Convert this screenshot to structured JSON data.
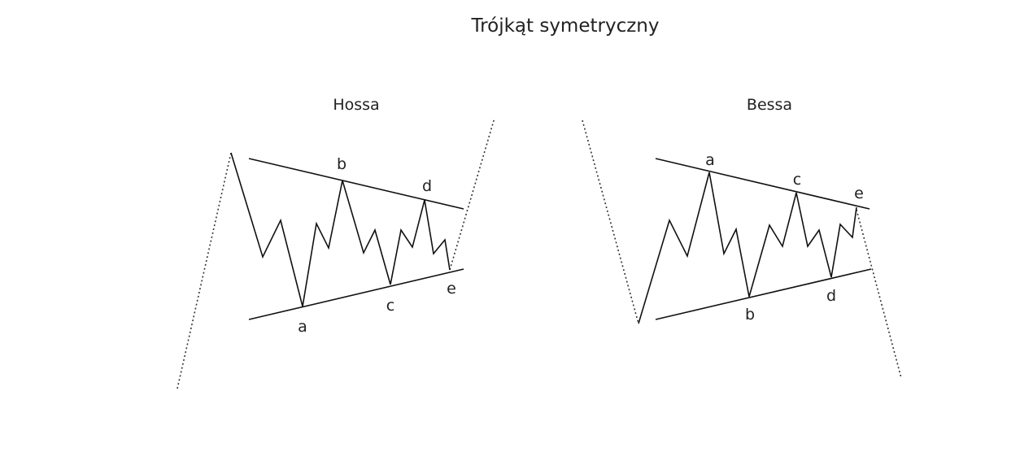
{
  "title": "Trójkąt symetryczny",
  "panels": [
    {
      "name": "Hossa",
      "labels": [
        "a",
        "b",
        "c",
        "d",
        "e"
      ]
    },
    {
      "name": "Bessa",
      "labels": [
        "a",
        "b",
        "c",
        "d",
        "e"
      ]
    }
  ]
}
